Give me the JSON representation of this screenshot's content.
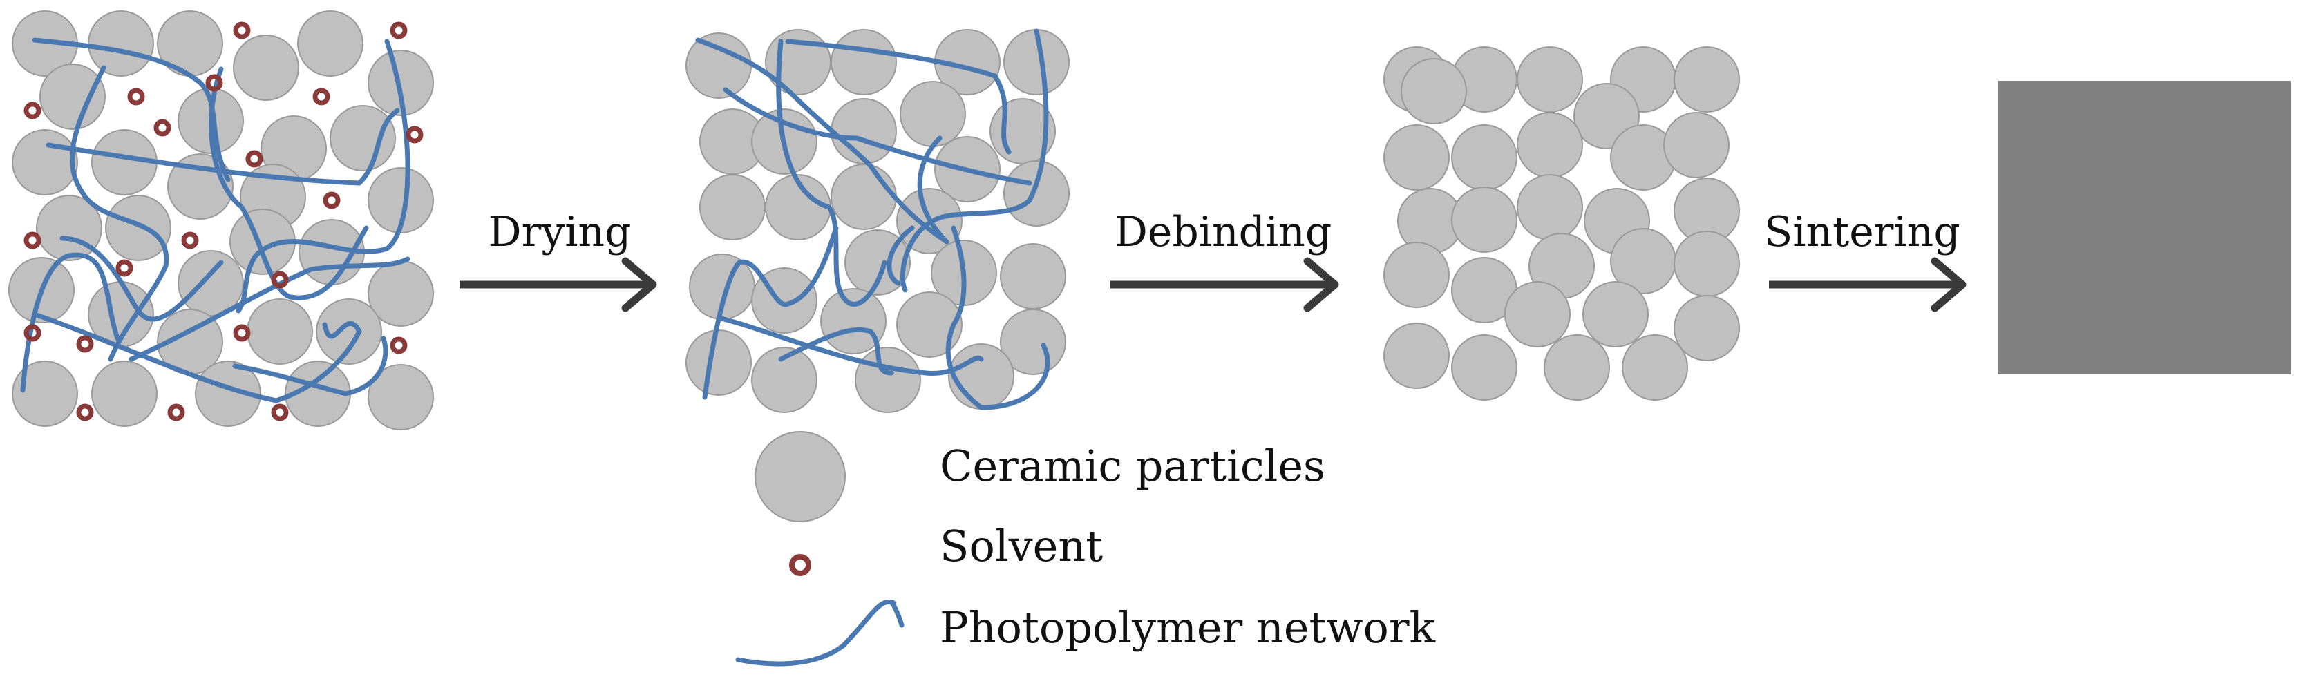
{
  "steps": [
    {
      "label": "Drying"
    },
    {
      "label": "Debinding"
    },
    {
      "label": "Sintering"
    }
  ],
  "legend": {
    "particles": "Ceramic particles",
    "solvent": "Solvent",
    "network": "Photopolymer network"
  },
  "colors": {
    "particle_fill": "#c0c0c0",
    "particle_stroke": "#9a9a9a",
    "solvent": "#8b3a3a",
    "network": "#4a78b0",
    "arrow": "#3a3a3a",
    "sintered_block": "#808080"
  },
  "icons": {
    "arrow": "right-arrow-icon",
    "particle": "ceramic-particle-icon",
    "solvent": "solvent-droplet-icon",
    "network": "polymer-strand-icon"
  }
}
